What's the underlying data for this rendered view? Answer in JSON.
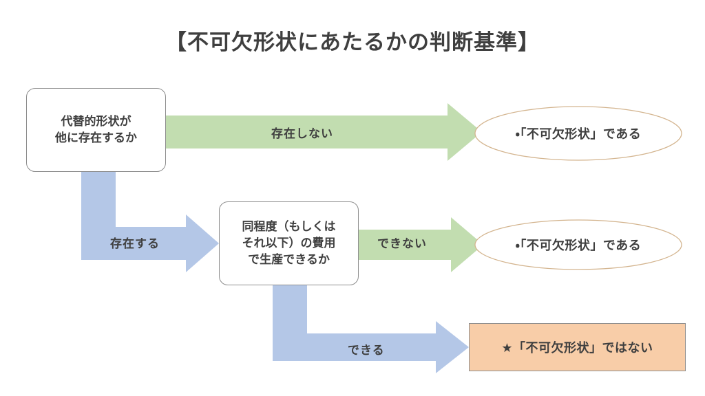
{
  "title": "【不可欠形状にあたるかの判断基準】",
  "colors": {
    "green_arrow": "#c2ddb0",
    "blue_arrow": "#b4c7e7",
    "peach_box": "#f8cda8",
    "ellipse_border": "#d3b48e",
    "box_border": "#8d8d8d",
    "text": "#3f3f3f",
    "background": "#ffffff"
  },
  "nodes": {
    "decision_alternative": {
      "text": "代替的形状が\n他に存在するか",
      "shape": "rounded-rectangle"
    },
    "decision_cost": {
      "text": "同程度（もしくは\nそれ以下）の費用\nで生産できるか",
      "shape": "rounded-rectangle"
    },
    "outcome_essential_top": {
      "text": "・「不可欠形状」である",
      "shape": "ellipse"
    },
    "outcome_essential_mid": {
      "text": "・「不可欠形状」である",
      "shape": "ellipse"
    },
    "outcome_not_essential": {
      "text": "★「不可欠形状」ではない",
      "shape": "rectangle"
    }
  },
  "edges": {
    "not_exist": {
      "label": "存在しない",
      "color": "green",
      "from": "decision_alternative",
      "to": "outcome_essential_top"
    },
    "exist": {
      "label": "存在する",
      "color": "blue",
      "from": "decision_alternative",
      "to": "decision_cost"
    },
    "cannot": {
      "label": "できない",
      "color": "green",
      "from": "decision_cost",
      "to": "outcome_essential_mid"
    },
    "can": {
      "label": "できる",
      "color": "blue",
      "from": "decision_cost",
      "to": "outcome_not_essential"
    }
  }
}
